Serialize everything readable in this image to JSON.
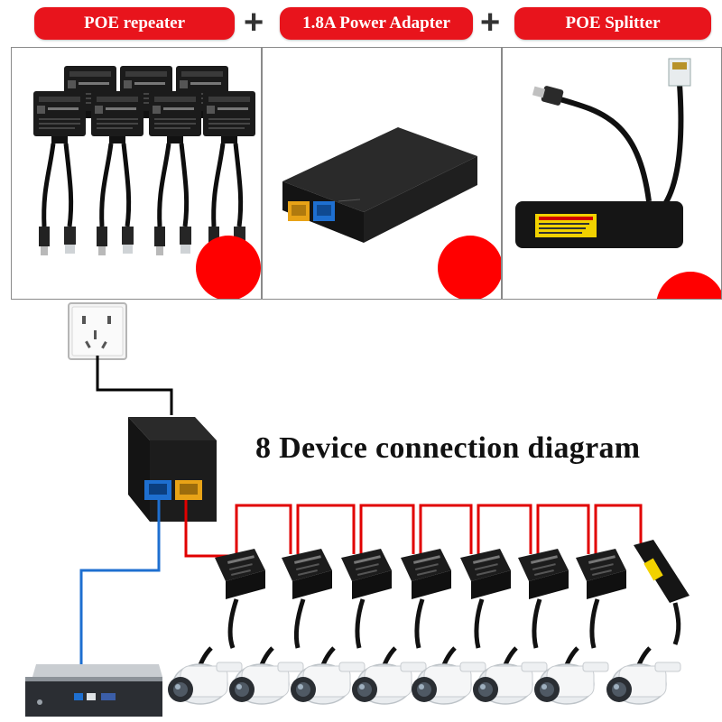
{
  "header": {
    "items": [
      {
        "label": "POE repeater"
      },
      {
        "label": "1.8A Power Adapter"
      },
      {
        "label": "POE Splitter"
      }
    ],
    "separator": "+"
  },
  "diagram": {
    "title": "8 Device connection diagram",
    "repeater_count": 7,
    "splitter_count": 1,
    "camera_count": 8
  },
  "colors": {
    "pill_red": "#e8141c",
    "badge_red": "#ff0000",
    "power_wire": "#000000",
    "lan_wire": "#1e6fd0",
    "poe_wire": "#e10000",
    "device_black": "#1a1a1a",
    "port_yellow": "#e8a317",
    "port_blue": "#1e6fd0"
  },
  "icons": [
    "wall-outlet-icon",
    "power-adapter-icon",
    "poe-repeater-icon",
    "poe-splitter-icon",
    "ip-camera-icon",
    "nvr-recorder-icon"
  ]
}
